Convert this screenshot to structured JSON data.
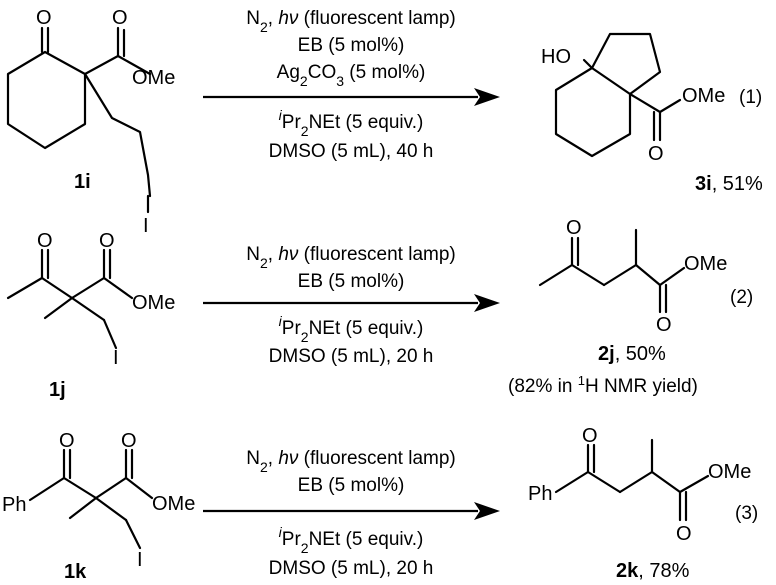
{
  "reactions": [
    {
      "equation_number": "(1)",
      "substrate": {
        "id": "1i",
        "atoms": {
          "ketone_o": "O",
          "ester_o": "O",
          "ester_ome": "OMe",
          "iodide": "I"
        }
      },
      "conditions": {
        "above": [
          {
            "a": "N",
            "b": "2",
            "c": ", ",
            "d": "h",
            "e": "ν",
            "f": " (fluorescent lamp)"
          },
          {
            "a": "EB (5 mol%)"
          },
          {
            "a": "Ag",
            "b": "2",
            "c": "CO",
            "d": "3",
            "e": " (5 mol%)"
          }
        ],
        "below": [
          {
            "a": "i",
            "b": "Pr",
            "c": "2",
            "d": "NEt (5 equiv.)"
          },
          {
            "a": "DMSO (5 mL), 40 h"
          }
        ]
      },
      "product": {
        "id": "3i",
        "yield": ", 51%",
        "atoms": {
          "ho": "HO",
          "ester_ome": "OMe",
          "ester_o": "O"
        }
      }
    },
    {
      "equation_number": "(2)",
      "substrate": {
        "id": "1j",
        "atoms": {
          "ketone_o": "O",
          "ester_o": "O",
          "ester_ome": "OMe",
          "iodide": "I"
        }
      },
      "conditions": {
        "above": [
          {
            "a": "N",
            "b": "2",
            "c": ", ",
            "d": "h",
            "e": "ν",
            "f": " (fluorescent lamp)"
          },
          {
            "a": "EB (5 mol%)"
          }
        ],
        "below": [
          {
            "a": "i",
            "b": "Pr",
            "c": "2",
            "d": "NEt (5 equiv.)"
          },
          {
            "a": "DMSO (5 mL), 20 h"
          }
        ]
      },
      "product": {
        "id": "2j",
        "yield": ", 50%",
        "nmr_note": {
          "a": "(82% in ",
          "b": "1",
          "c": "H NMR yield)"
        },
        "atoms": {
          "ketone_o": "O",
          "ester_ome": "OMe",
          "ester_o": "O"
        }
      }
    },
    {
      "equation_number": "(3)",
      "substrate": {
        "id": "1k",
        "atoms": {
          "phenyl": "Ph",
          "ketone_o": "O",
          "ester_o": "O",
          "ester_ome": "OMe",
          "iodide": "I"
        }
      },
      "conditions": {
        "above": [
          {
            "a": "N",
            "b": "2",
            "c": ", ",
            "d": "h",
            "e": "ν",
            "f": " (fluorescent lamp)"
          },
          {
            "a": "EB (5 mol%)"
          }
        ],
        "below": [
          {
            "a": "i",
            "b": "Pr",
            "c": "2",
            "d": "NEt (5 equiv.)"
          },
          {
            "a": "DMSO (5 mL), 20 h"
          }
        ]
      },
      "product": {
        "id": "2k",
        "yield": ", 78%",
        "atoms": {
          "phenyl": "Ph",
          "ketone_o": "O",
          "ester_ome": "OMe",
          "ester_o": "O"
        }
      }
    }
  ]
}
